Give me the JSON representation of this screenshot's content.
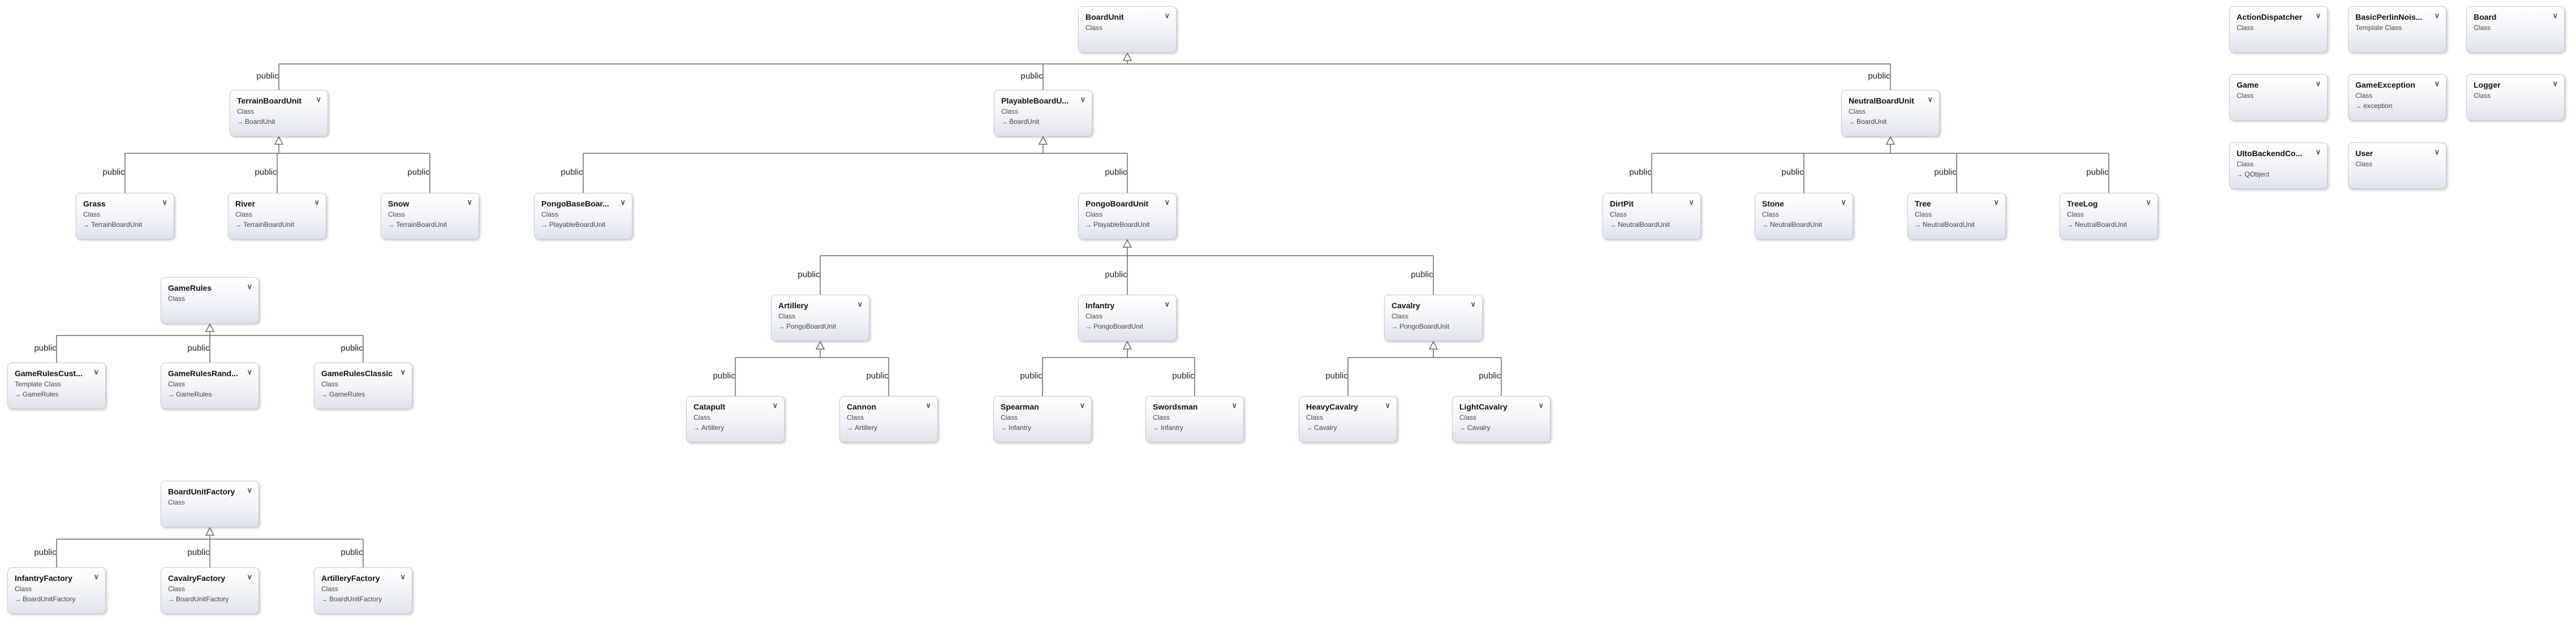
{
  "diagram": {
    "nodes": [
      {
        "id": "BoardUnit",
        "title": "BoardUnit",
        "stereotype": "Class",
        "base": ""
      },
      {
        "id": "TerrainBoardUnit",
        "title": "TerrainBoardUnit",
        "stereotype": "Class",
        "base": "BoardUnit"
      },
      {
        "id": "PlayableBoardUnit",
        "title": "PlayableBoardU...",
        "stereotype": "Class",
        "base": "BoardUnit"
      },
      {
        "id": "NeutralBoardUnit",
        "title": "NeutralBoardUnit",
        "stereotype": "Class",
        "base": "BoardUnit"
      },
      {
        "id": "Grass",
        "title": "Grass",
        "stereotype": "Class",
        "base": "TerrainBoardUnit"
      },
      {
        "id": "River",
        "title": "River",
        "stereotype": "Class",
        "base": "TerrainBoardUnit"
      },
      {
        "id": "Snow",
        "title": "Snow",
        "stereotype": "Class",
        "base": "TerrainBoardUnit"
      },
      {
        "id": "PongoBaseBoardUnit",
        "title": "PongoBaseBoar...",
        "stereotype": "Class",
        "base": "PlayableBoardUnit"
      },
      {
        "id": "PongoBoardUnit",
        "title": "PongoBoardUnit",
        "stereotype": "Class",
        "base": "PlayableBoardUnit"
      },
      {
        "id": "DirtPit",
        "title": "DirtPit",
        "stereotype": "Class",
        "base": "NeutralBoardUnit"
      },
      {
        "id": "Stone",
        "title": "Stone",
        "stereotype": "Class",
        "base": "NeutralBoardUnit"
      },
      {
        "id": "Tree",
        "title": "Tree",
        "stereotype": "Class",
        "base": "NeutralBoardUnit"
      },
      {
        "id": "TreeLog",
        "title": "TreeLog",
        "stereotype": "Class",
        "base": "NeutralBoardUnit"
      },
      {
        "id": "Artillery",
        "title": "Artillery",
        "stereotype": "Class",
        "base": "PongoBoardUnit"
      },
      {
        "id": "Infantry",
        "title": "Infantry",
        "stereotype": "Class",
        "base": "PongoBoardUnit"
      },
      {
        "id": "Cavalry",
        "title": "Cavalry",
        "stereotype": "Class",
        "base": "PongoBoardUnit"
      },
      {
        "id": "Catapult",
        "title": "Catapult",
        "stereotype": "Class",
        "base": "Artillery"
      },
      {
        "id": "Cannon",
        "title": "Cannon",
        "stereotype": "Class",
        "base": "Artillery"
      },
      {
        "id": "Spearman",
        "title": "Spearman",
        "stereotype": "Class",
        "base": "Infantry"
      },
      {
        "id": "Swordsman",
        "title": "Swordsman",
        "stereotype": "Class",
        "base": "Infantry"
      },
      {
        "id": "HeavyCavalry",
        "title": "HeavyCavalry",
        "stereotype": "Class",
        "base": "Cavalry"
      },
      {
        "id": "LightCavalry",
        "title": "LightCavalry",
        "stereotype": "Class",
        "base": "Cavalry"
      },
      {
        "id": "GameRules",
        "title": "GameRules",
        "stereotype": "Class",
        "base": ""
      },
      {
        "id": "GameRulesCustom",
        "title": "GameRulesCust...",
        "stereotype": "Template Class",
        "base": "GameRules"
      },
      {
        "id": "GameRulesRandom",
        "title": "GameRulesRand...",
        "stereotype": "Class",
        "base": "GameRules"
      },
      {
        "id": "GameRulesClassic",
        "title": "GameRulesClassic",
        "stereotype": "Class",
        "base": "GameRules"
      },
      {
        "id": "BoardUnitFactory",
        "title": "BoardUnitFactory",
        "stereotype": "Class",
        "base": ""
      },
      {
        "id": "InfantryFactory",
        "title": "InfantryFactory",
        "stereotype": "Class",
        "base": "BoardUnitFactory"
      },
      {
        "id": "CavalryFactory",
        "title": "CavalryFactory",
        "stereotype": "Class",
        "base": "BoardUnitFactory"
      },
      {
        "id": "ArtilleryFactory",
        "title": "ArtilleryFactory",
        "stereotype": "Class",
        "base": "BoardUnitFactory"
      },
      {
        "id": "ActionDispatcher",
        "title": "ActionDispatcher",
        "stereotype": "Class",
        "base": ""
      },
      {
        "id": "BasicPerlinNoise",
        "title": "BasicPerlinNois...",
        "stereotype": "Template Class",
        "base": ""
      },
      {
        "id": "Board",
        "title": "Board",
        "stereotype": "Class",
        "base": ""
      },
      {
        "id": "Game",
        "title": "Game",
        "stereotype": "Class",
        "base": ""
      },
      {
        "id": "GameException",
        "title": "GameException",
        "stereotype": "Class",
        "base": "exception"
      },
      {
        "id": "Logger",
        "title": "Logger",
        "stereotype": "Class",
        "base": ""
      },
      {
        "id": "UitoBackendConnector",
        "title": "UItoBackendCo...",
        "stereotype": "Class",
        "base": "QObject"
      },
      {
        "id": "User",
        "title": "User",
        "stereotype": "Class",
        "base": ""
      }
    ],
    "inheritance": [
      {
        "parent": "BoardUnit",
        "children": [
          "TerrainBoardUnit",
          "PlayableBoardUnit",
          "NeutralBoardUnit"
        ],
        "label": "public"
      },
      {
        "parent": "TerrainBoardUnit",
        "children": [
          "Grass",
          "River",
          "Snow"
        ],
        "label": "public"
      },
      {
        "parent": "PlayableBoardUnit",
        "children": [
          "PongoBaseBoardUnit",
          "PongoBoardUnit"
        ],
        "label": "public"
      },
      {
        "parent": "NeutralBoardUnit",
        "children": [
          "DirtPit",
          "Stone",
          "Tree",
          "TreeLog"
        ],
        "label": "public"
      },
      {
        "parent": "PongoBoardUnit",
        "children": [
          "Artillery",
          "Infantry",
          "Cavalry"
        ],
        "label": "public"
      },
      {
        "parent": "Artillery",
        "children": [
          "Catapult",
          "Cannon"
        ],
        "label": "public"
      },
      {
        "parent": "Infantry",
        "children": [
          "Spearman",
          "Swordsman"
        ],
        "label": "public"
      },
      {
        "parent": "Cavalry",
        "children": [
          "HeavyCavalry",
          "LightCavalry"
        ],
        "label": "public"
      },
      {
        "parent": "GameRules",
        "children": [
          "GameRulesCustom",
          "GameRulesRandom",
          "GameRulesClassic"
        ],
        "label": "public"
      },
      {
        "parent": "BoardUnitFactory",
        "children": [
          "InfantryFactory",
          "CavalryFactory",
          "ArtilleryFactory"
        ],
        "label": "public"
      }
    ]
  }
}
